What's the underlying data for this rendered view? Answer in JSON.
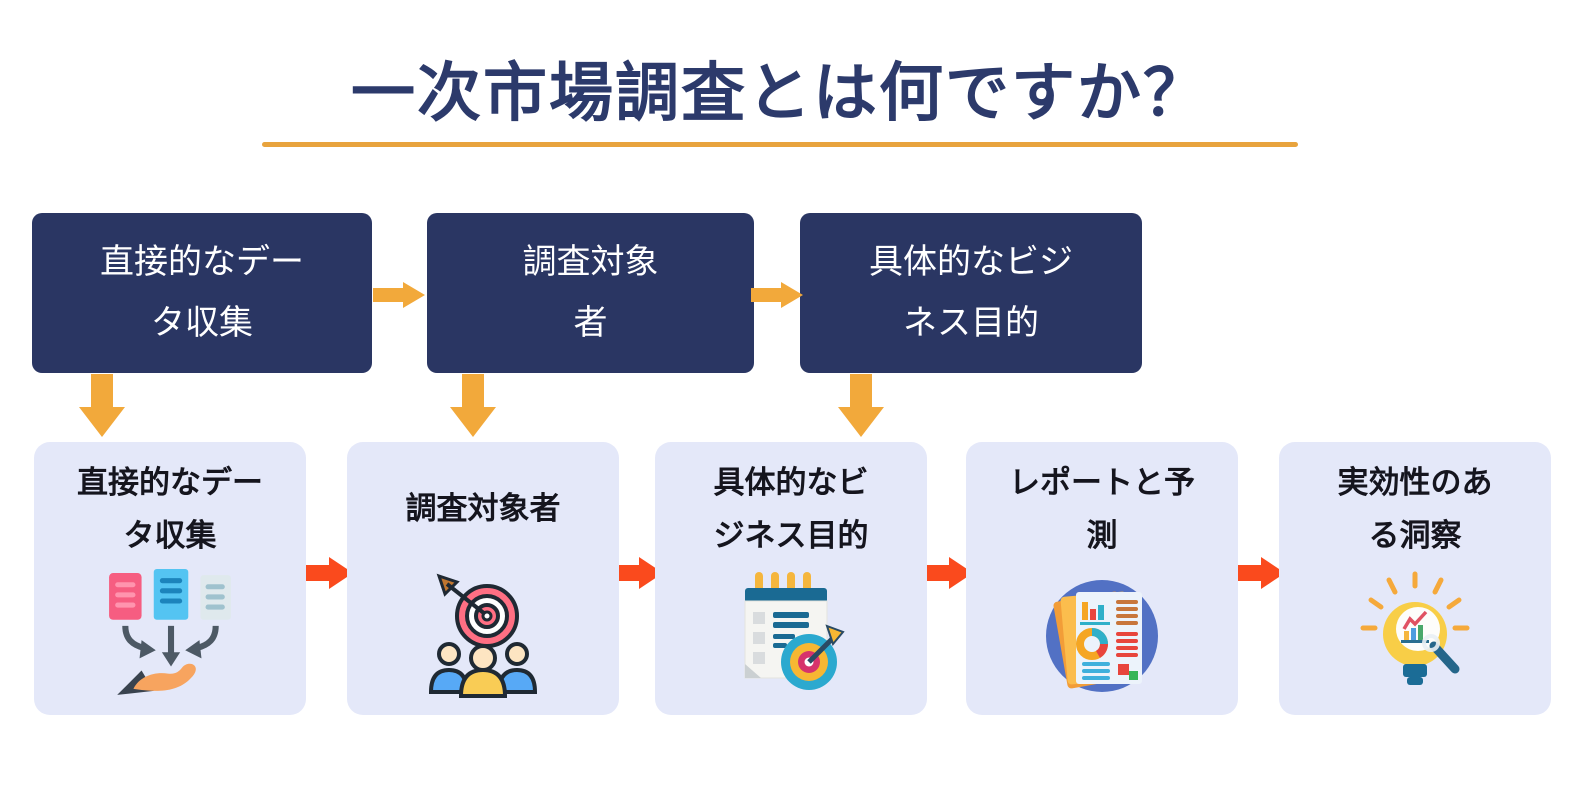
{
  "title": "一次市場調査とは何ですか？",
  "colors": {
    "navy_box": "#2A3663",
    "title_text": "#2C3A6B",
    "gold_accent": "#E8A33D",
    "yellow_arrow": "#F2A93B",
    "red_arrow": "#FA4A1D",
    "lavender_box": "#E4E8F9",
    "dark_text": "#15151E",
    "background": "#FFFFFF"
  },
  "top_row": [
    {
      "line1": "直接的なデー",
      "line2": "タ収集"
    },
    {
      "line1": "調査対象",
      "line2": "者"
    },
    {
      "line1": "具体的なビジ",
      "line2": "ネス目的"
    }
  ],
  "bottom_row": [
    {
      "line1": "直接的なデー",
      "line2": "タ収集",
      "icon": "data-collection-icon"
    },
    {
      "line1": "調査対象者",
      "line2": "",
      "icon": "target-audience-icon"
    },
    {
      "line1": "具体的なビ",
      "line2": "ジネス目的",
      "icon": "business-goal-icon"
    },
    {
      "line1": "レポートと予",
      "line2": "測",
      "icon": "report-forecast-icon"
    },
    {
      "line1": "実効性のあ",
      "line2": "る洞察",
      "icon": "actionable-insight-icon"
    }
  ]
}
